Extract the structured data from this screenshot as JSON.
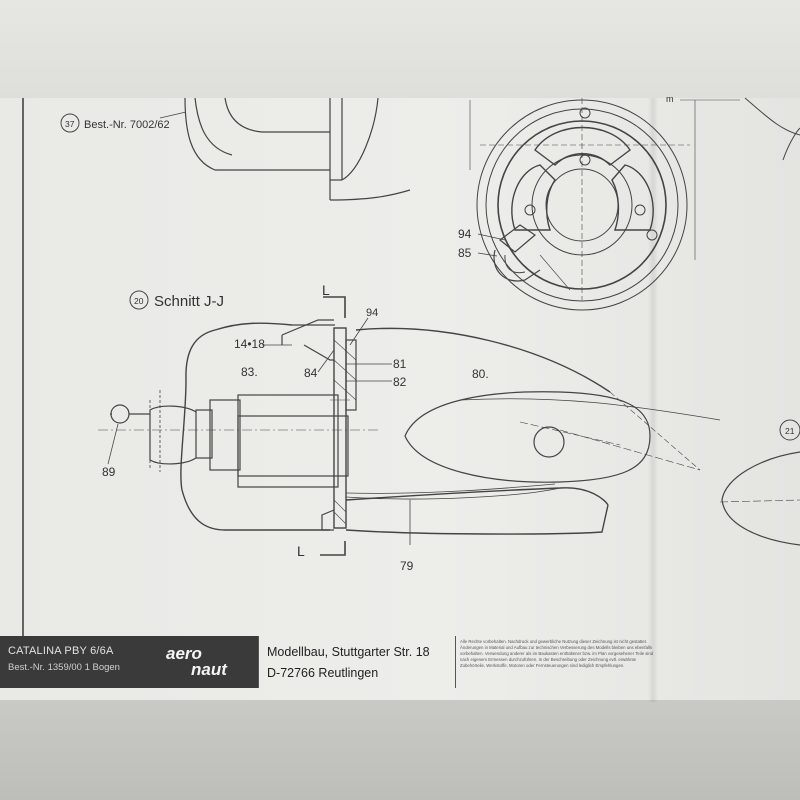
{
  "drawing": {
    "callout_37": "37",
    "label_37": "Best.-Nr. 7002/62",
    "callout_20": "20",
    "section_title": "Schnitt J-J",
    "section_mark_top": "L",
    "section_mark_bottom": "L",
    "dim_14x18": "14•18",
    "part_83": "83.",
    "part_84": "84",
    "part_94_section": "94",
    "part_81": "81",
    "part_82": "82",
    "part_80": "80.",
    "part_89": "89",
    "part_79": "79",
    "part_94_top": "94",
    "part_85": "85",
    "callout_21": "21",
    "edge_text": "m"
  },
  "title_block": {
    "model": "CATALINA PBY 6/6A",
    "order": "Best.-Nr. 1359/00 1 Bogen",
    "logo_line1": "aero",
    "logo_line2": "naut",
    "address_line1": "Modellbau, Stuttgarter Str. 18",
    "address_line2": "D-72766 Reutlingen",
    "rights": "Alle Rechte vorbehalten. Nachdruck und gewerbliche Nutzung dieser Zeichnung ist nicht gestattet. Änderungen in Material und Aufbau zur technischen Verbesserung des Modells bleiben uns ebenfalls vorbehalten. Verwendung anderer als im Baukasten enthaltener bzw. im Plan vorgesehener Teile sind nach eigenem Ermessen durchzuführen. In der Beschreibung oder Zeichnung evtl. erwähnte Zubehörteile, Werkstoffe, Motoren oder Fernsteuerungen sind lediglich Empfehlungen."
  },
  "colors": {
    "paper": "#ececE9",
    "ink": "#333333",
    "title_dark": "#3a3a3a"
  }
}
